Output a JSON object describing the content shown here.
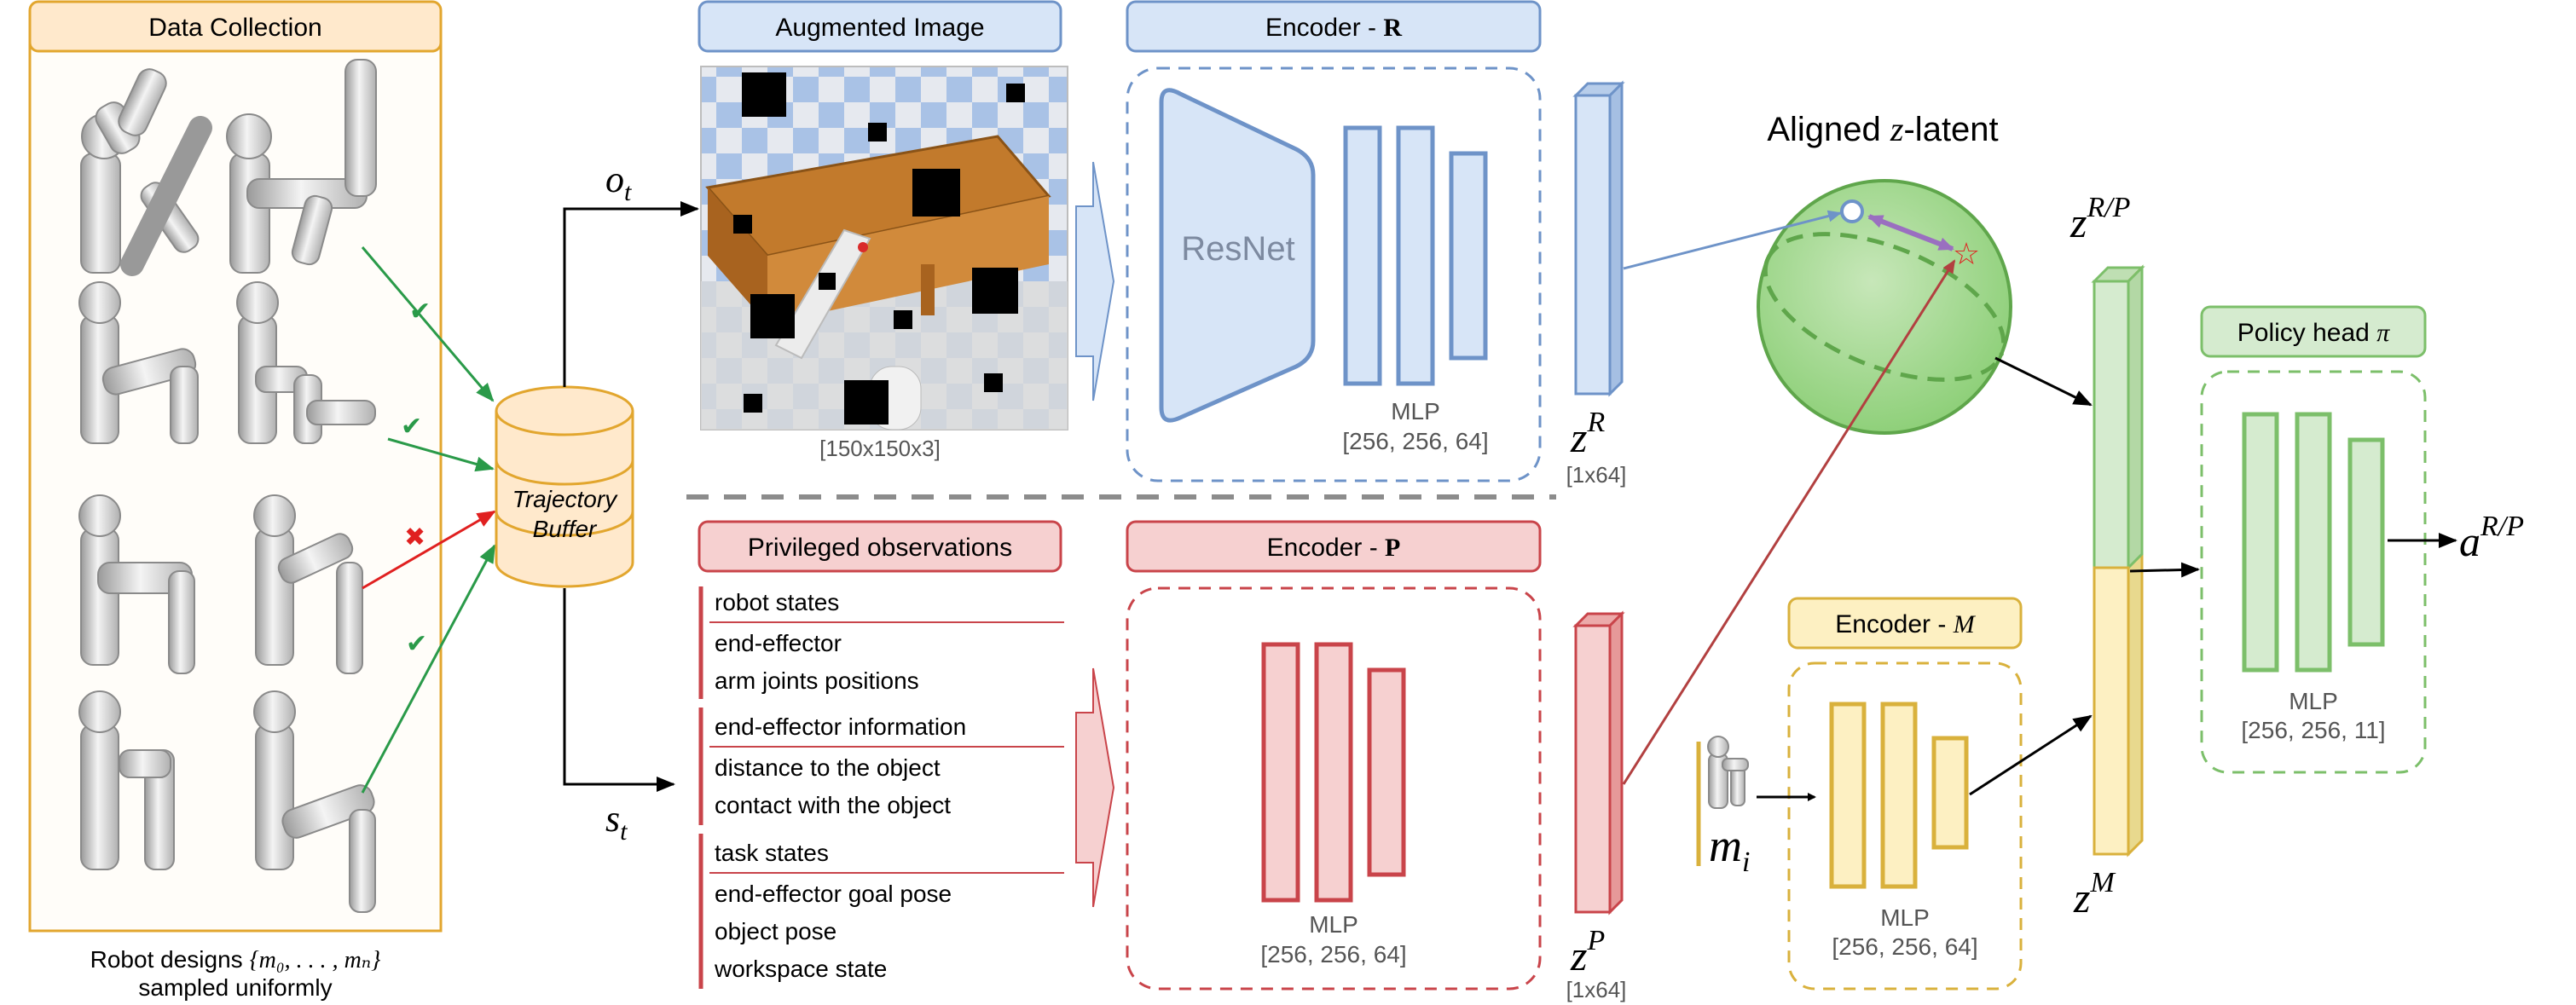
{
  "colors": {
    "orange_border": "#e2a62e",
    "orange_fill": "#ffe9cc",
    "blue_border": "#6e93c8",
    "blue_fill": "#d7e5f7",
    "red_border": "#c9444a",
    "red_fill": "#f6d0d0",
    "green_border": "#7cbf6a",
    "green_fill": "#d5ebcf",
    "yellow_border": "#d9b13c",
    "yellow_fill": "#fdf0c2",
    "check_green": "#2a9a49",
    "cross_red": "#e02020",
    "dash_gray": "#8c8c8c"
  },
  "data_collection": {
    "title": "Data Collection",
    "robot_checks": [
      "check",
      "check",
      "cross",
      "check"
    ],
    "caption_line1_prefix": "Robot designs ",
    "caption_set": "{m₀, . . . , mₙ}",
    "caption_line2": "sampled uniformly"
  },
  "trajectory_buffer": {
    "line1": "Trajectory",
    "line2": "Buffer"
  },
  "signals": {
    "o_t": "o",
    "o_sub": "t",
    "s_t": "s",
    "s_sub": "t"
  },
  "augmented_image": {
    "title": "Augmented Image",
    "size": "[150x150x3]"
  },
  "privileged": {
    "title": "Privileged observations",
    "groups": [
      {
        "heading": "robot states",
        "items": [
          "end-effector",
          "arm joints positions"
        ]
      },
      {
        "heading": "end-effector information",
        "items": [
          "distance to the object",
          "contact with the object"
        ]
      },
      {
        "heading": "task states",
        "items": [
          "end-effector goal pose",
          "object pose",
          "workspace state"
        ]
      }
    ]
  },
  "encoder_r": {
    "title_prefix": "Encoder - ",
    "title_symbol": "R",
    "resnet": "ResNet",
    "mlp": "MLP",
    "mlp_dims": "[256, 256, 64]"
  },
  "encoder_p": {
    "title_prefix": "Encoder - ",
    "title_symbol": "P",
    "mlp": "MLP",
    "mlp_dims": "[256, 256, 64]"
  },
  "encoder_m": {
    "title_prefix": "Encoder - ",
    "title_symbol": "M",
    "mlp": "MLP",
    "mlp_dims": "[256, 256, 64]",
    "input": "m",
    "input_sub": "i"
  },
  "z_r": {
    "base": "z",
    "sup": "R",
    "dims": "[1x64]"
  },
  "z_p": {
    "base": "z",
    "sup": "P",
    "dims": "[1x64]"
  },
  "z_m": {
    "base": "z",
    "sup": "M"
  },
  "z_rp": {
    "base": "z",
    "sup": "R/P"
  },
  "aligned": {
    "title_prefix": "Aligned ",
    "title_z": "z",
    "title_suffix": "-latent"
  },
  "policy": {
    "title_prefix": "Policy head ",
    "title_symbol": "π",
    "mlp": "MLP",
    "mlp_dims": "[256, 256, 11]"
  },
  "output": {
    "base": "a",
    "sup": "R/P"
  }
}
